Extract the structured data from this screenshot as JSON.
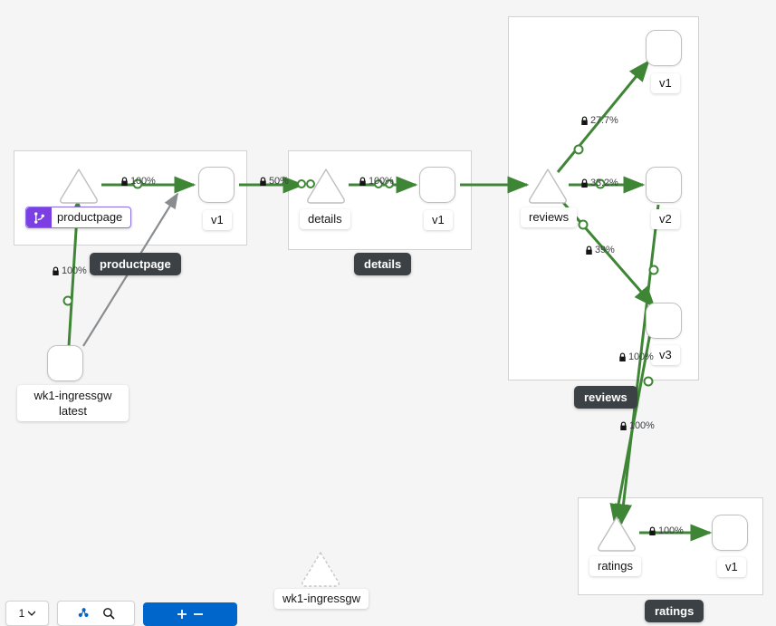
{
  "graph": {
    "background": "#f5f5f5",
    "edge_color": "#3e8635",
    "idle_edge_color": "#8a8d90",
    "badge_color": "#7b3fe4",
    "tooltip_color": "#3c4145",
    "clusters": [
      {
        "name": "productpage"
      },
      {
        "name": "details"
      },
      {
        "name": "reviews"
      },
      {
        "name": "ratings"
      }
    ],
    "tooltips": [
      {
        "label": "productpage"
      },
      {
        "label": "details"
      },
      {
        "label": "reviews"
      },
      {
        "label": "ratings"
      }
    ],
    "nodes": [
      {
        "id": "ingressgw",
        "type": "workload",
        "label": "wk1-ingressgw",
        "sublabel": "latest"
      },
      {
        "id": "svc-productpage",
        "type": "service",
        "label": "productpage",
        "badge": "git-branch-icon"
      },
      {
        "id": "wl-productpage-v1",
        "type": "workload",
        "label": "v1"
      },
      {
        "id": "svc-details",
        "type": "service",
        "label": "details"
      },
      {
        "id": "wl-details-v1",
        "type": "workload",
        "label": "v1"
      },
      {
        "id": "svc-reviews",
        "type": "service",
        "label": "reviews"
      },
      {
        "id": "wl-reviews-v1",
        "type": "workload",
        "label": "v1"
      },
      {
        "id": "wl-reviews-v2",
        "type": "workload",
        "label": "v2"
      },
      {
        "id": "wl-reviews-v3",
        "type": "workload",
        "label": "v3"
      },
      {
        "id": "svc-ratings",
        "type": "service",
        "label": "ratings"
      },
      {
        "id": "wl-ratings-v1",
        "type": "workload",
        "label": "v1"
      },
      {
        "id": "svc-ingressgw-idle",
        "type": "service",
        "label": "wk1-ingressgw",
        "state": "idle"
      }
    ],
    "edges": [
      {
        "from": "ingressgw",
        "to": "svc-productpage",
        "label": "100%",
        "mtls": true
      },
      {
        "from": "svc-productpage",
        "to": "wl-productpage-v1",
        "label": "100%",
        "mtls": true
      },
      {
        "from": "wl-productpage-v1",
        "to": "svc-details",
        "label": "50%",
        "mtls": true
      },
      {
        "from": "svc-details",
        "to": "wl-details-v1",
        "label": "100%",
        "mtls": true
      },
      {
        "from": "wl-details-v1",
        "to": "svc-reviews",
        "label": "",
        "mtls": false
      },
      {
        "from": "svc-reviews",
        "to": "wl-reviews-v1",
        "label": "27.7%",
        "mtls": true
      },
      {
        "from": "svc-reviews",
        "to": "wl-reviews-v2",
        "label": "33.2%",
        "mtls": true
      },
      {
        "from": "svc-reviews",
        "to": "wl-reviews-v3",
        "label": "39%",
        "mtls": true
      },
      {
        "from": "wl-reviews-v2",
        "to": "svc-ratings",
        "label": "100%",
        "mtls": true
      },
      {
        "from": "wl-reviews-v3",
        "to": "svc-ratings",
        "label": "100%",
        "mtls": true
      },
      {
        "from": "svc-ratings",
        "to": "wl-ratings-v1",
        "label": "100%",
        "mtls": true
      }
    ]
  },
  "toolbar": {
    "zoom_label": "1",
    "fit_label": "",
    "action_label": ""
  }
}
